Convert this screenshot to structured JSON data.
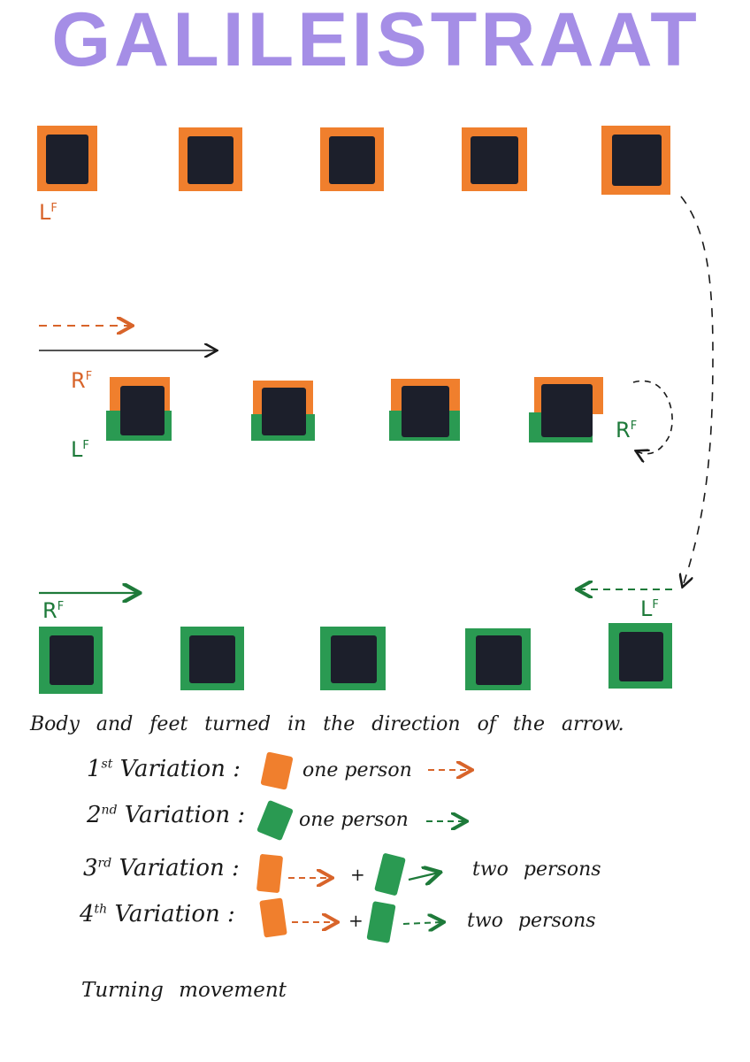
{
  "title": "GALILEISTRAAT",
  "labels": {
    "lf_top": "L",
    "rf_mid": "R",
    "lf_mid": "L",
    "rf_mid_right": "R",
    "rf_bot": "R",
    "lf_bot": "L",
    "foot_sup": "F"
  },
  "notes": {
    "body": "Body and feet turned in the direction of the arrow.",
    "turning": "Turning movement"
  },
  "variations": [
    {
      "num": "1",
      "sup": "st",
      "word": "Variation :",
      "text": "one person"
    },
    {
      "num": "2",
      "sup": "nd",
      "word": "Variation :",
      "text": "one person"
    },
    {
      "num": "3",
      "sup": "rd",
      "word": "Variation :",
      "plus": "+",
      "text": "two persons"
    },
    {
      "num": "4",
      "sup": "th",
      "word": "Variation :",
      "plus": "+",
      "text": "two persons"
    }
  ],
  "colors": {
    "orange": "#f07f2d",
    "green": "#2a9a52",
    "dark": "#1c1f2b",
    "orange_ink": "#d8642a",
    "green_ink": "#1e7a3a",
    "purple": "#a58ee6"
  }
}
